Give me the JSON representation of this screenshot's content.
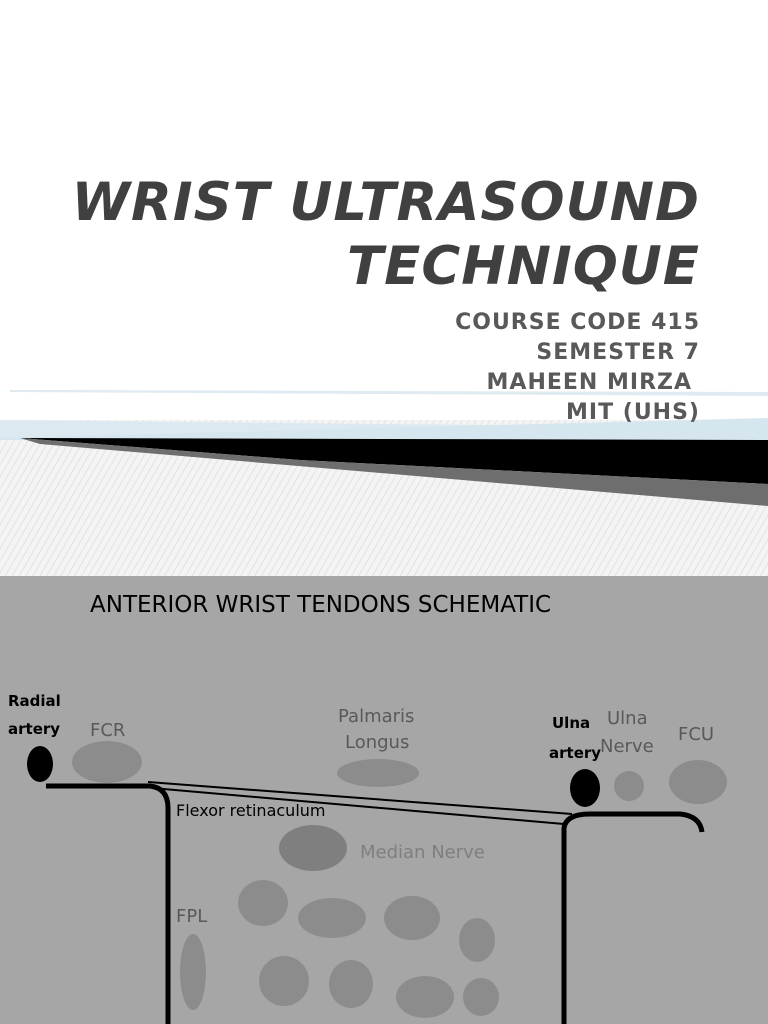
{
  "title_slide": {
    "title_lines": [
      "WRIST ULTRASOUND",
      "TECHNIQUE"
    ],
    "subtitle_lines": [
      "COURSE CODE 415",
      "SEMESTER 7",
      "MAHEEN MIRZA",
      "MIT (UHS)"
    ],
    "colors": {
      "title": "#404040",
      "subtitle": "#595959",
      "band_dark": "#000000",
      "band_light": "#dce9f0"
    }
  },
  "schematic": {
    "heading": "ANTERIOR WRIST TENDONS SCHEMATIC",
    "labels": {
      "radial_artery": [
        "Radial",
        "artery"
      ],
      "fcr": "FCR",
      "palmaris_longus": [
        "Palmaris",
        "Longus"
      ],
      "ulna_artery": [
        "Ulna",
        "artery"
      ],
      "ulna_nerve": [
        "Ulna",
        "Nerve"
      ],
      "fcu": "FCU",
      "flexor_retinaculum": "Flexor retinaculum",
      "median_nerve": "Median Nerve",
      "fpl": "FPL"
    },
    "colors": {
      "background": "#a6a6a6",
      "structure": "#8c8c8c",
      "median_nerve": "#7f7f7f",
      "outline": "#000000"
    }
  }
}
